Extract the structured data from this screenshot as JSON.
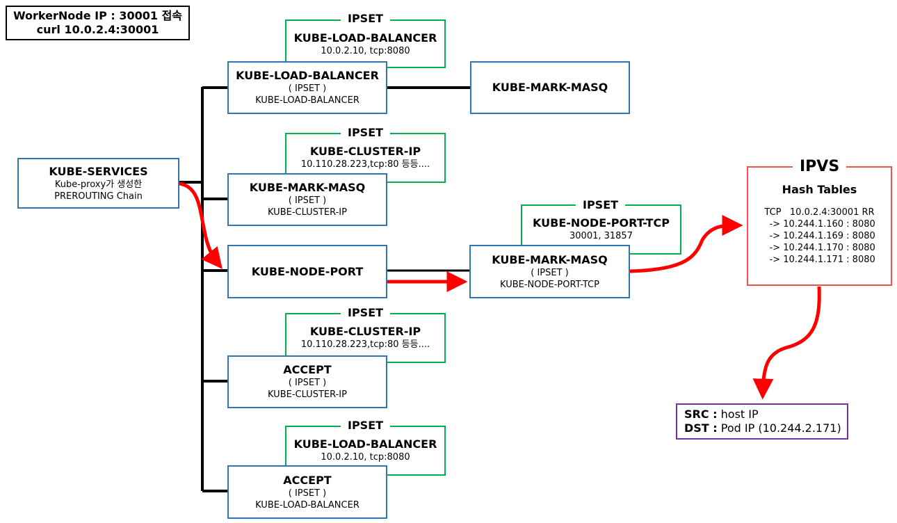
{
  "header": {
    "line1": "WorkerNode IP : 30001 접속",
    "line2": "curl 10.0.2.4:30001"
  },
  "kube_services": {
    "title": "KUBE-SERVICES",
    "line1": "Kube-proxy가 생성한",
    "line2": "PREROUTING Chain"
  },
  "ipset_tag": "IPSET",
  "ipsets": [
    {
      "title": "KUBE-LOAD-BALANCER",
      "detail": "10.0.2.10, tcp:8080"
    },
    {
      "title": "KUBE-CLUSTER-IP",
      "detail": "10.110.28.223,tcp:80 등등...."
    },
    {
      "title": "KUBE-NODE-PORT-TCP",
      "detail": "30001, 31857"
    },
    {
      "title": "KUBE-CLUSTER-IP",
      "detail": "10.110.28.223,tcp:80 등등...."
    },
    {
      "title": "KUBE-LOAD-BALANCER",
      "detail": "10.0.2.10, tcp:8080"
    }
  ],
  "chains": [
    {
      "title": "KUBE-LOAD-BALANCER",
      "line1": "( IPSET )",
      "line2": "KUBE-LOAD-BALANCER"
    },
    {
      "title": "KUBE-MARK-MASQ",
      "line1": "( IPSET )",
      "line2": "KUBE-CLUSTER-IP"
    },
    {
      "title": "KUBE-NODE-PORT"
    },
    {
      "title": "ACCEPT",
      "line1": "( IPSET )",
      "line2": "KUBE-CLUSTER-IP"
    },
    {
      "title": "ACCEPT",
      "line1": "( IPSET )",
      "line2": "KUBE-LOAD-BALANCER"
    }
  ],
  "mark_masq_top": {
    "title": "KUBE-MARK-MASQ"
  },
  "mark_masq_node": {
    "title": "KUBE-MARK-MASQ",
    "line1": "( IPSET )",
    "line2": "KUBE-NODE-PORT-TCP"
  },
  "ipvs": {
    "title": "IPVS",
    "subtitle": "Hash Tables",
    "lines": [
      "TCP   10.0.2.4:30001 RR",
      "  -> 10.244.1.160 : 8080",
      "  -> 10.244.1.169 : 8080",
      "  -> 10.244.1.170 : 8080",
      "  -> 10.244.1.171 : 8080"
    ]
  },
  "result": {
    "src_label": "SRC :",
    "src_value": "host IP",
    "dst_label": "DST :",
    "dst_value": "Pod IP (10.244.2.171)"
  },
  "colors": {
    "chain_border": "#2E75B6",
    "ipset_border": "#00B050",
    "ipvs_border": "#F05050",
    "result_border": "#7030A0",
    "flow_arrow": "#FF0000"
  }
}
